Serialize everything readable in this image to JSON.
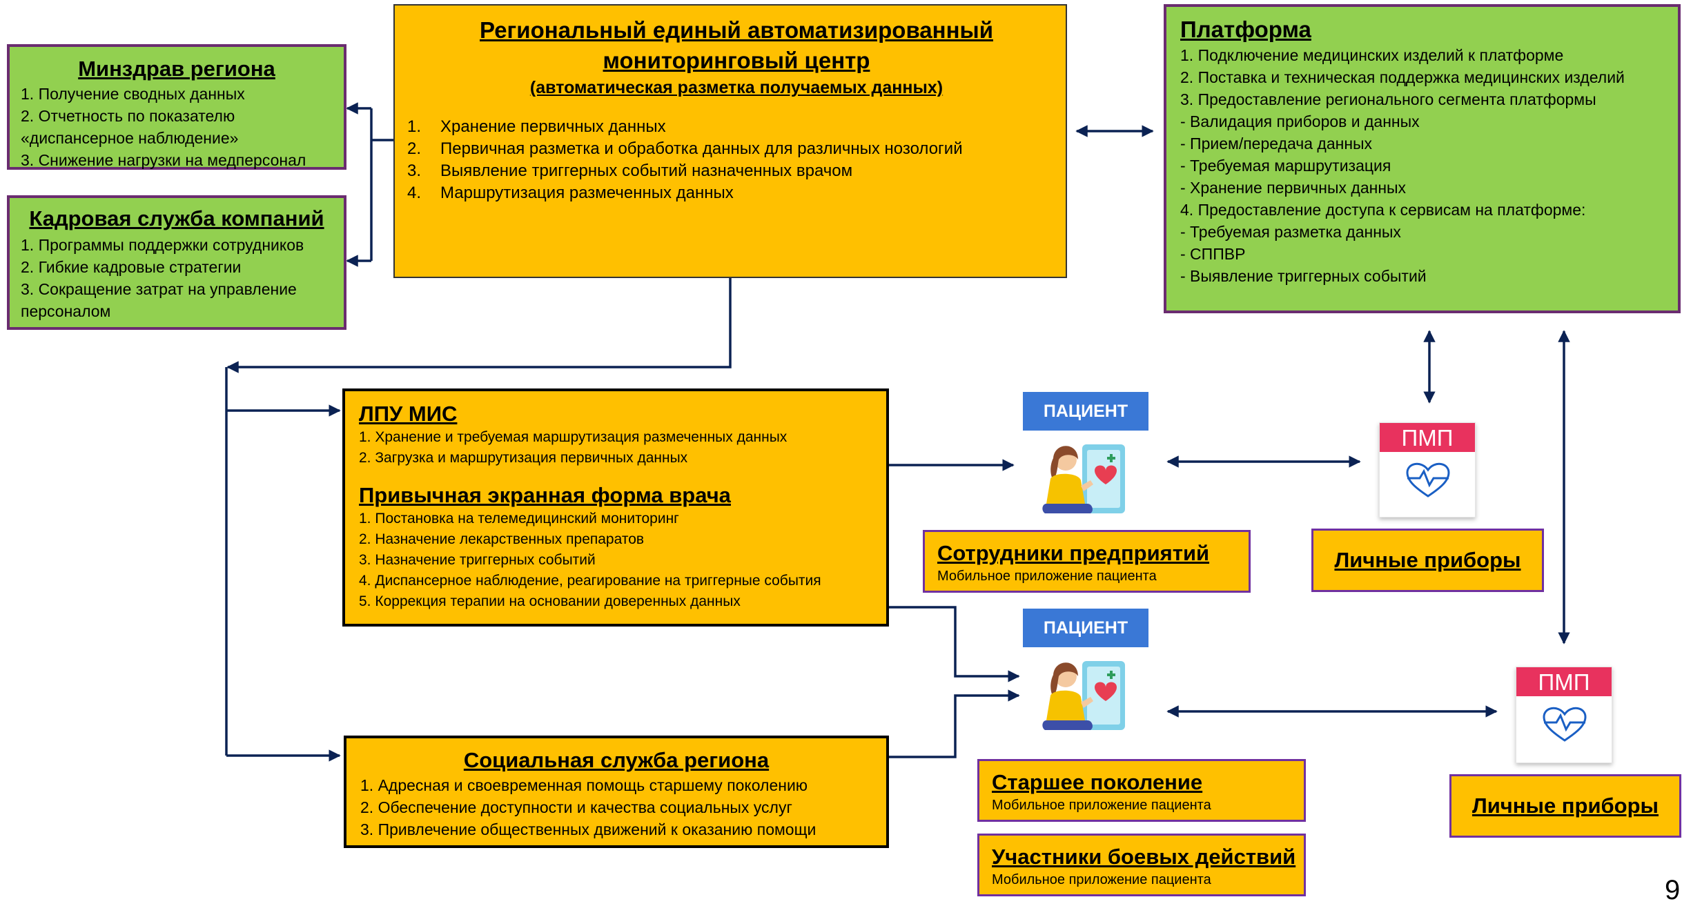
{
  "minzdrav": {
    "title": "Минздрав региона",
    "items": [
      "1. Получение сводных данных",
      "2. Отчетность по показателю",
      "«диспансерное наблюдение»",
      "3. Снижение нагрузки на медперсонал"
    ]
  },
  "kadrovaya": {
    "title": "Кадровая служба компаний",
    "items": [
      "1. Программы поддержки сотрудников",
      "2. Гибкие кадровые стратегии",
      "3. Сокращение затрат на управление",
      "персоналом"
    ]
  },
  "center": {
    "title_line1": "Региональный единый автоматизированный",
    "title_line2": "мониторинговый центр",
    "subtitle": "(автоматическая разметка получаемых данных)",
    "items": [
      {
        "num": "1.",
        "text": "Хранение первичных данных"
      },
      {
        "num": "2.",
        "text": "Первичная разметка и обработка данных для различных нозологий"
      },
      {
        "num": "3.",
        "text": "Выявление триггерных событий назначенных врачом"
      },
      {
        "num": "4.",
        "text": "Маршрутизация размеченных данных"
      }
    ]
  },
  "platform": {
    "title": "Платформа",
    "items": [
      "1. Подключение медицинских изделий к платформе",
      "2. Поставка и техническая поддержка медицинских изделий",
      "3. Предоставление регионального сегмента платформы",
      "- Валидация приборов и данных",
      "- Прием/передача данных",
      "- Требуемая маршрутизация",
      "- Хранение первичных данных",
      "4. Предоставление доступа к сервисам на платформе:",
      "- Требуемая разметка данных",
      "- СППВР",
      "- Выявление триггерных событий"
    ]
  },
  "lpu": {
    "title": "ЛПУ МИС",
    "items": [
      "1. Хранение и требуемая маршрутизация размеченных данных",
      "2. Загрузка и маршрутизация первичных данных"
    ],
    "title2": "Привычная экранная форма врача",
    "items2": [
      "1. Постановка на  телемедицинский мониторинг",
      "2. Назначение лекарственных препаратов",
      "3. Назначение триггерных событий",
      "4. Диспансерное наблюдение, реагирование на триггерные события",
      "5. Коррекция терапии на основании доверенных данных"
    ]
  },
  "social": {
    "title": "Социальная служба региона",
    "items": [
      "1. Адресная и своевременная помощь старшему поколению",
      "2. Обеспечение доступности и качества социальных услуг",
      "3. Привлечение общественных движений к оказанию помощи"
    ]
  },
  "patient_cards": [
    {
      "header": "ПАЦИЕНТ"
    },
    {
      "header": "ПАЦИЕНТ"
    }
  ],
  "pmp_cards": [
    {
      "header": "ПМП"
    },
    {
      "header": "ПМП"
    }
  ],
  "groups": [
    {
      "title": "Сотрудники предприятий",
      "sub": "Мобильное приложение пациента"
    },
    {
      "title": "Старшее поколение",
      "sub": "Мобильное приложение пациента"
    },
    {
      "title": "Участники боевых действий",
      "sub": "Мобильное приложение пациента"
    }
  ],
  "devices": [
    {
      "label": "Личные приборы"
    },
    {
      "label": "Личные приборы"
    }
  ],
  "page_number": "9",
  "colors": {
    "green": "#92d050",
    "orange": "#ffc000",
    "purple_border": "#6a2c70",
    "arrow": "#0b2253",
    "patient_header": "#3a78d6",
    "pmp_header": "#e8325e"
  }
}
